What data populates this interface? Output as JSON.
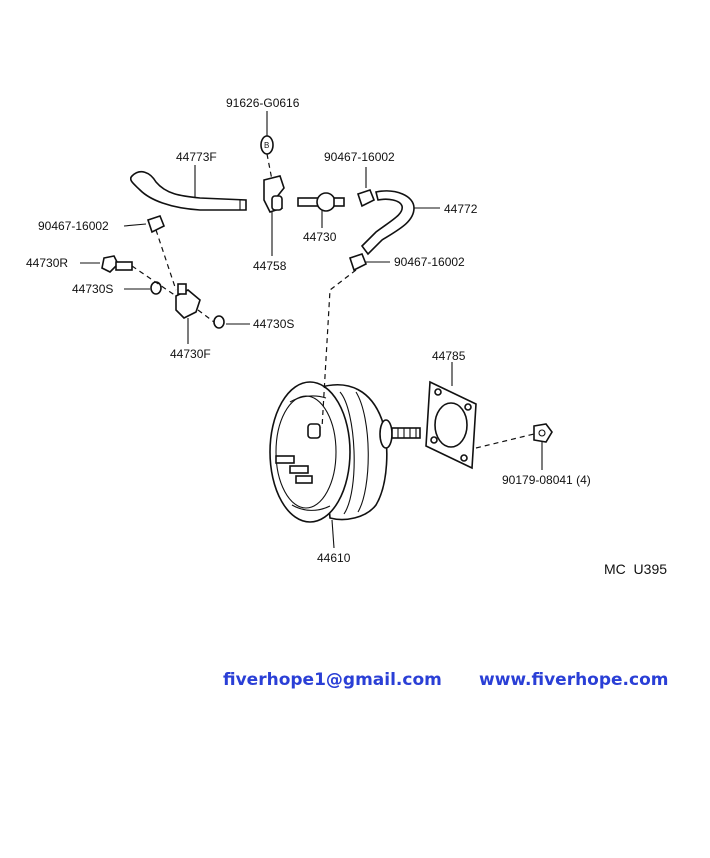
{
  "diagram": {
    "code": "MC  U395",
    "parts": {
      "p91626": "91626-G0616",
      "p44773F": "44773F",
      "p90467a": "90467-16002",
      "p90467b": "90467-16002",
      "p90467c": "90467-16002",
      "p44772": "44772",
      "p44730": "44730",
      "p44758": "44758",
      "p44730R": "44730R",
      "p44730S1": "44730S",
      "p44730S2": "44730S",
      "p44730F": "44730F",
      "p44785": "44785",
      "p90179": "90179-08041 (4)",
      "p44610": "44610"
    }
  },
  "footer": {
    "email": "fiverhope1@gmail.com",
    "website": "www.fiverhope.com"
  }
}
